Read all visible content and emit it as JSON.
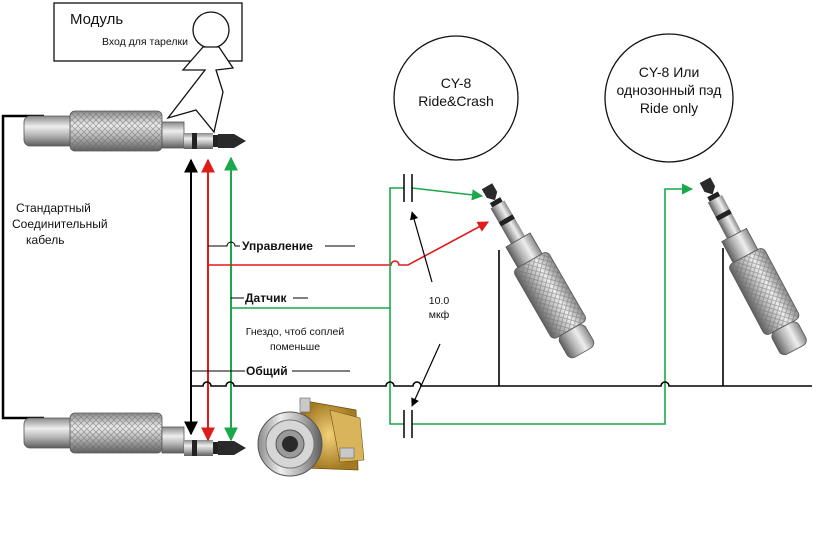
{
  "module_box": {
    "title": "Модуль",
    "subtitle": "Вход для тарелки"
  },
  "cable_label": [
    "Стандартный",
    "Соединительный",
    "кабель"
  ],
  "signal_labels": {
    "control": "Управление",
    "sensor": "Датчик",
    "common": "Общий"
  },
  "jack_note": [
    "Гнездо, чтоб соплей",
    "поменьше"
  ],
  "capacitor_label": [
    "10.0",
    "мкф"
  ],
  "pads": [
    {
      "lines": [
        "CY-8",
        "Ride&Crash"
      ]
    },
    {
      "lines": [
        "CY-8 Или",
        "однозонный пэд",
        "Ride only"
      ]
    }
  ],
  "colors": {
    "black_wire": "#000000",
    "red_wire": "#e01b1b",
    "green_wire": "#1aa84c",
    "plug_metal": "#b9b9b9",
    "plug_tip": "#2a2a2a",
    "jack_gold": "#c9a043"
  },
  "icons": [
    "module-box-icon",
    "person-stick-figure-icon",
    "trs-plug-icon",
    "panel-jack-icon",
    "capacitor-icon",
    "cymbal-pad-icon"
  ]
}
